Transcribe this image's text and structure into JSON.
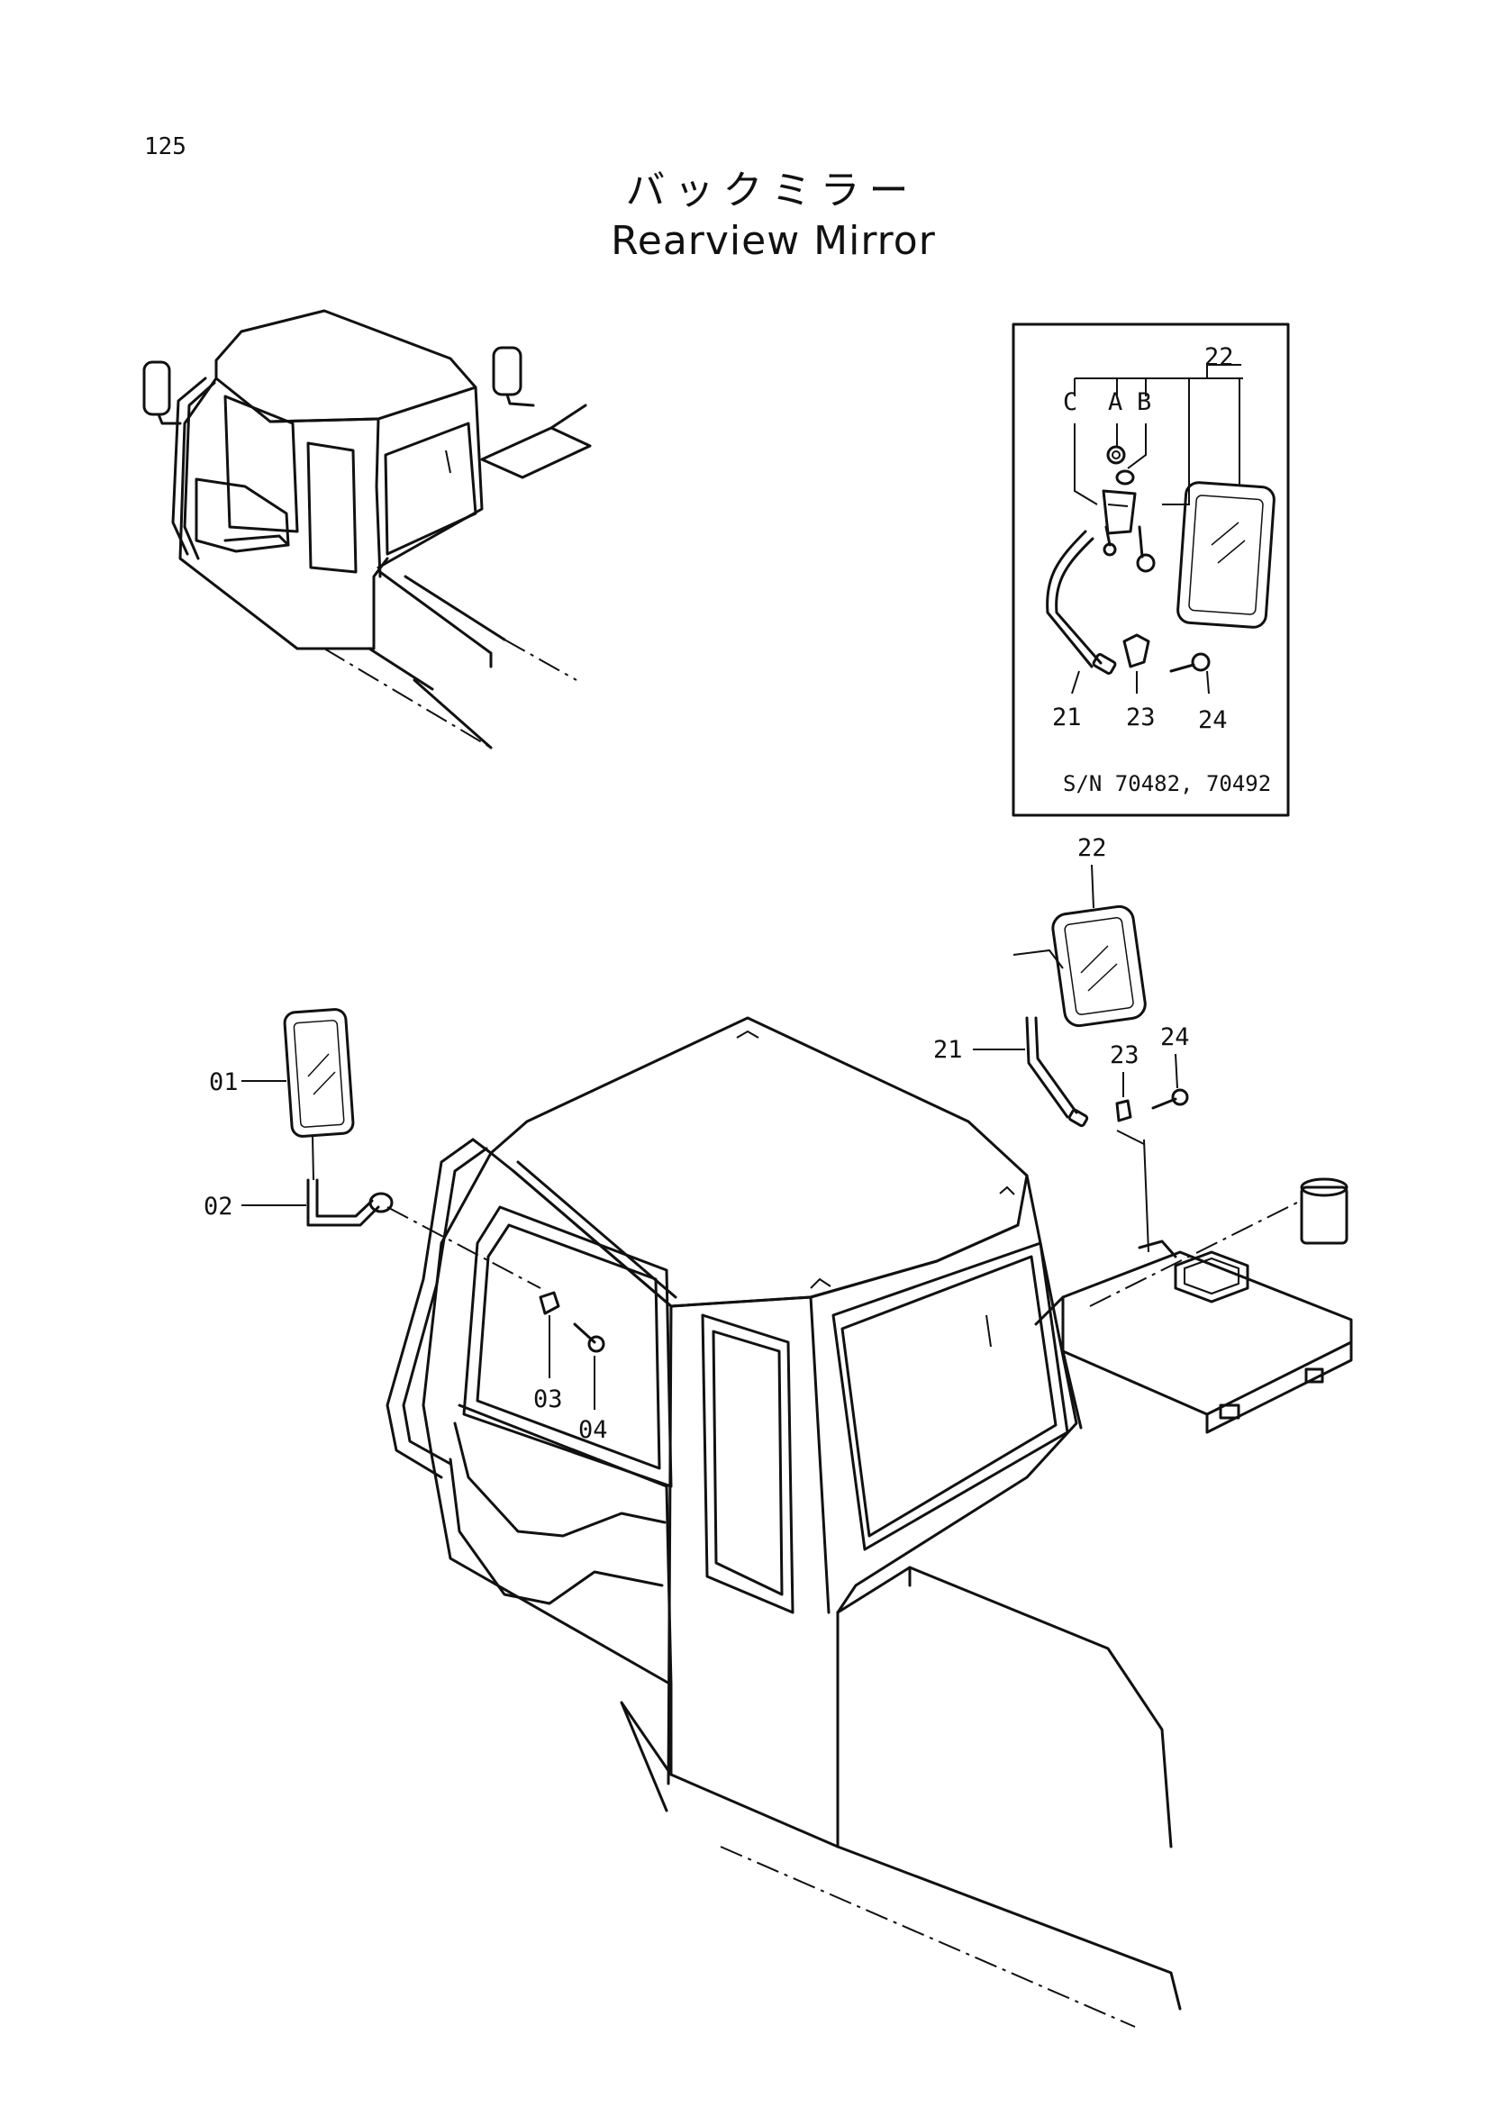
{
  "header": {
    "page_number": "125",
    "title_jp": "バックミラー",
    "title_en": "Rearview Mirror"
  },
  "inset": {
    "serial_note": "S/N 70482, 70492",
    "labels": {
      "c": "C",
      "a": "A",
      "b": "B",
      "p22": "22",
      "p21": "21",
      "p23": "23",
      "p24": "24"
    }
  },
  "callouts": {
    "p01": "01",
    "p02": "02",
    "p03": "03",
    "p04": "04",
    "p21": "21",
    "p22": "22",
    "p23": "23",
    "p24": "24"
  }
}
